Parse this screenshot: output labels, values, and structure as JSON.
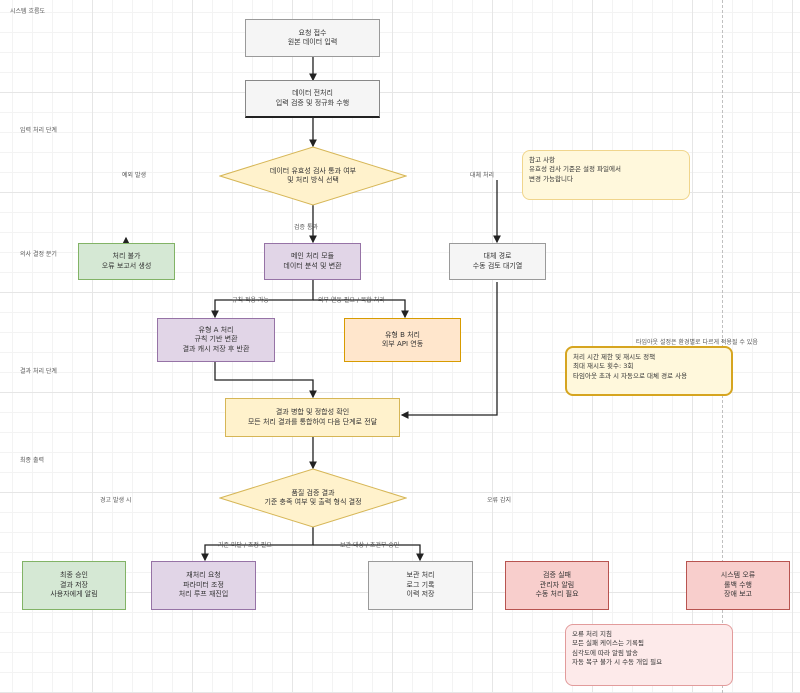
{
  "diagram": {
    "title": "시스템 흐름도",
    "section_labels": {
      "s1": "입력 처리 단계",
      "s2": "의사 결정 분기",
      "s3": "결과 처리 단계",
      "s4": "최종 출력"
    },
    "nodes": {
      "start": "요청 접수\n원본 데이터 입력",
      "preprocess": "데이터 전처리\n입력 검증 및 정규화 수행",
      "decision1": "데이터 유효성 검사 통과 여부\n및 처리 방식 선택",
      "main_process": "메인 처리 모듈\n데이터 분석 및 변환",
      "alt_path": "대체 경로\n수동 검토 대기열",
      "left_green": "처리 불가\n오류 보고서 생성",
      "sub_purple": "유형 A 처리\n규칙 기반 변환\n결과 캐시 저장 후 반환",
      "sub_orange": "유형 B 처리\n외부 API 연동",
      "merge": "결과 병합 및 정합성 확인\n모든 처리 결과를 통합하여 다음 단계로 전달",
      "decision2": "품질 검증 결과\n기준 충족 여부 및 출력 형식 결정",
      "out_green": "최종 승인\n결과 저장\n사용자에게 알림",
      "out_purple": "재처리 요청\n파라미터 조정\n처리 루프 재진입",
      "out_gray": "보관 처리\n로그 기록\n이력 저장",
      "out_red1": "검증 실패\n관리자 알림\n수동 처리 필요",
      "out_red2": "시스템 오류\n롤백 수행\n장애 보고"
    },
    "notes": {
      "note1": "참고 사항\n유효성 검사 기준은 설정 파일에서\n변경 가능합니다",
      "note2": "처리 시간 제한 및 재시도 정책\n최대 재시도 횟수: 3회\n타임아웃 초과 시 자동으로 대체 경로 사용",
      "note2_caption": "타임아웃 설정은 환경별로 다르게 적용될 수 있음",
      "note3": "오류 처리 지침\n모든 실패 케이스는 기록됨\n심각도에 따라 알림 발송\n자동 복구 불가 시 수동 개입 필요"
    },
    "edge_labels": {
      "e1": "예외 발생",
      "e2": "검증 통과",
      "e3": "대체 처리",
      "e4": "규칙 적용 가능",
      "e5": "외부 연동 필요 / 복합 처리",
      "e6": "경고 발생 시",
      "e7": "기준 미달 / 조정 필요",
      "e8": "보관 대상 / 조건부 승인",
      "e9": "오류 감지"
    }
  },
  "colors": {
    "edge": "#222222",
    "grid": "#e6e6e6",
    "purple_fill": "#e1d5e7",
    "green_fill": "#d5e8d4",
    "orange_fill": "#ffe6cc",
    "yellow_fill": "#fff2cc",
    "red_fill": "#f8cecc"
  }
}
